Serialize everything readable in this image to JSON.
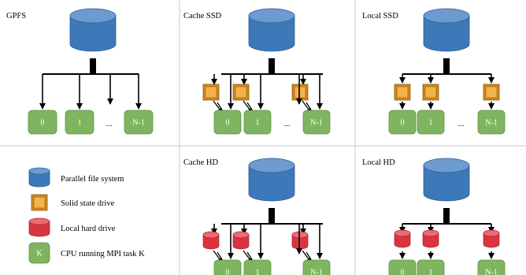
{
  "panels": [
    {
      "title": "GPFS",
      "storage": "none",
      "nodes": [
        "0",
        "1",
        "N-1"
      ],
      "ellipsis": "..."
    },
    {
      "title": "Cache SSD",
      "storage": "ssd",
      "uplink": true,
      "nodes": [
        "0",
        "1",
        "N-1"
      ],
      "ellipsis": "..."
    },
    {
      "title": "Local SSD",
      "storage": "ssd",
      "uplink": false,
      "nodes": [
        "0",
        "1",
        "N-1"
      ],
      "ellipsis": "..."
    },
    {
      "title": "Cache HD",
      "storage": "hd",
      "uplink": true,
      "nodes": [
        "0",
        "1",
        "N-1"
      ],
      "ellipsis": "..."
    },
    {
      "title": "Local HD",
      "storage": "hd",
      "uplink": false,
      "nodes": [
        "0",
        "1",
        "N-1"
      ],
      "ellipsis": "..."
    }
  ],
  "legend": [
    {
      "shape": "cylinder-blue",
      "label": "Parallel file system"
    },
    {
      "shape": "ssd",
      "label": "Solid state drive"
    },
    {
      "shape": "cylinder-red",
      "label": "Local hard drive"
    },
    {
      "shape": "node",
      "symbol": "K",
      "label": "CPU running MPI task K"
    }
  ],
  "colors": {
    "pfs_fill": "#3d78b8",
    "pfs_top": "#6d9bd0",
    "ssd_outer": "#d08a1e",
    "ssd_inner": "#f3b24a",
    "hd_fill": "#d9343f",
    "hd_top": "#ee6a72",
    "node_fill": "#7fb560",
    "node_stroke": "#5f9440",
    "divider": "#c8c8c8"
  }
}
